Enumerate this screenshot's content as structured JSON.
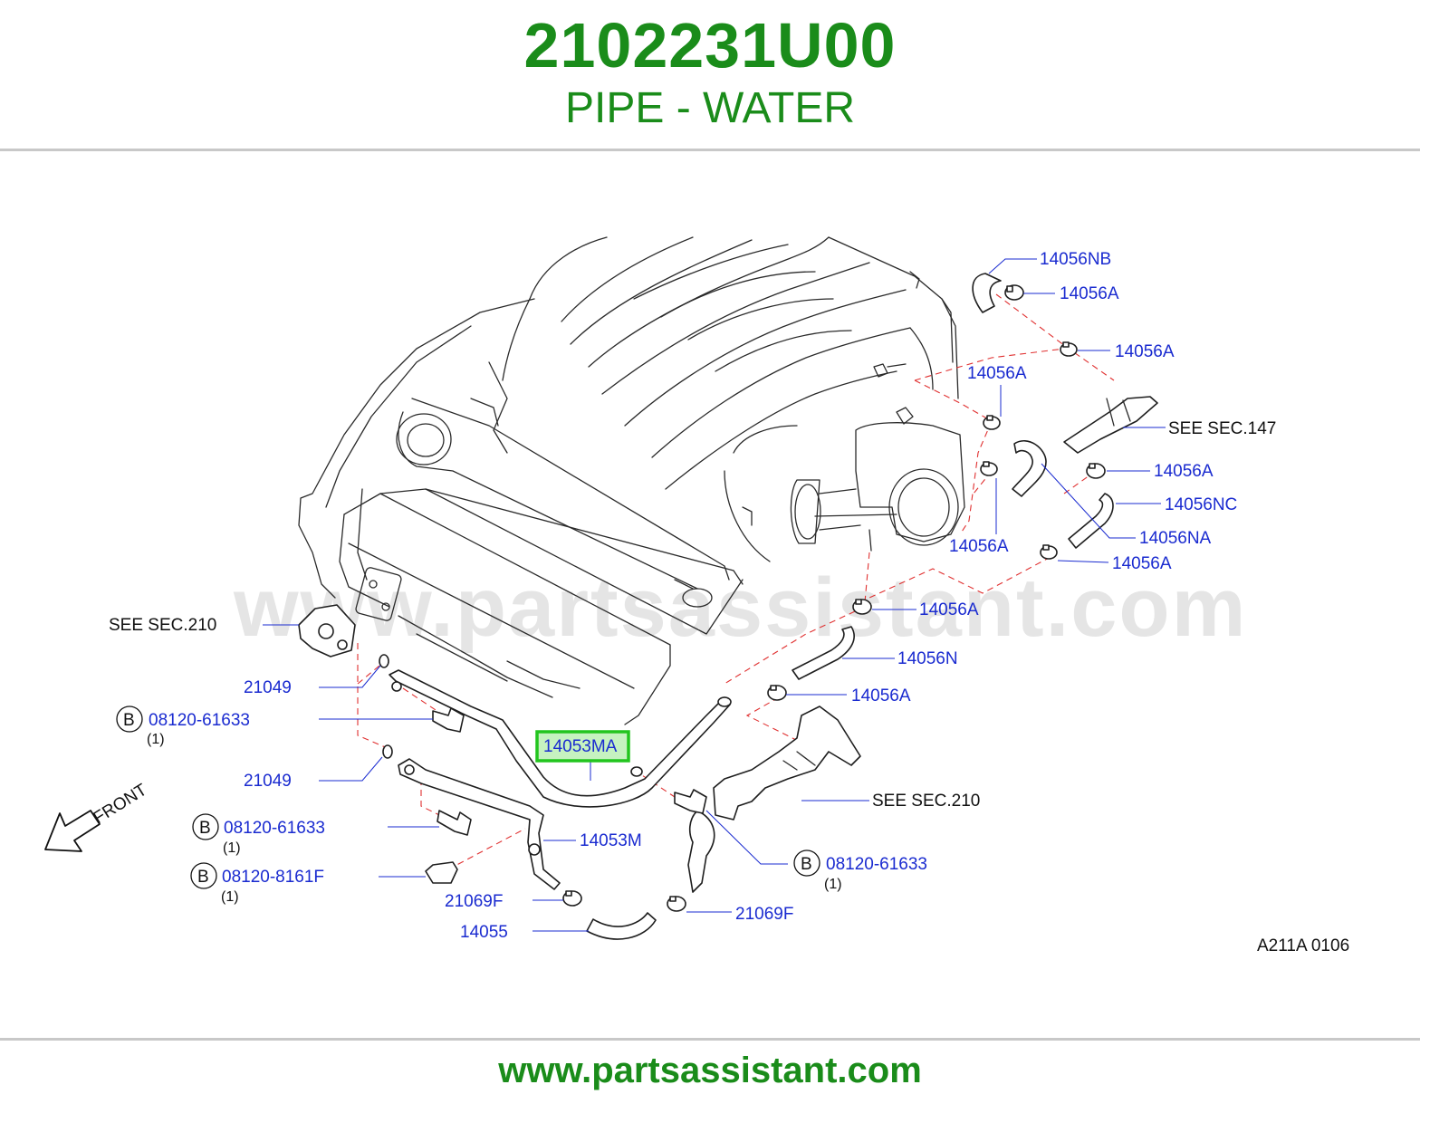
{
  "header": {
    "part_number": "2102231U00",
    "description": "PIPE - WATER"
  },
  "footer": {
    "url": "www.partsassistant.com"
  },
  "watermark": "www.partsassistant.com",
  "diagram": {
    "drawing_code": "A211A   0106",
    "front_label": "FRONT",
    "highlight_color": "#22c51e",
    "brand_color": "#1a8c1a",
    "label_color": "#1a2bd0",
    "callouts": {
      "c14056NB": "14056NB",
      "c14056A_1": "14056A",
      "c14056A_2": "14056A",
      "c14056A_3": "14056A",
      "see147": "SEE   SEC.147",
      "c14056A_4": "14056A",
      "c14056NC": "14056NC",
      "c14056NA": "14056NA",
      "c14056A_5": "14056A",
      "c14056A_6": "14056A",
      "c14056A_7": "14056A",
      "c14056N": "14056N",
      "c14056A_8": "14056A",
      "see210_left": "SEE   SEC.210",
      "c21049_1": "21049",
      "bolt1": "08120-61633",
      "qty1": "(1)",
      "c14053MA": "14053MA",
      "c21049_2": "21049",
      "see210_right": "SEE   SEC.210",
      "bolt2": "08120-61633",
      "qty2": "(1)",
      "c14053M": "14053M",
      "bolt3": "08120-61633",
      "qty3": "(1)",
      "bolt4": "08120-8161F",
      "qty4": "(1)",
      "c21069F_1": "21069F",
      "c21069F_2": "21069F",
      "c14055": "14055",
      "b_marker": "B"
    }
  }
}
